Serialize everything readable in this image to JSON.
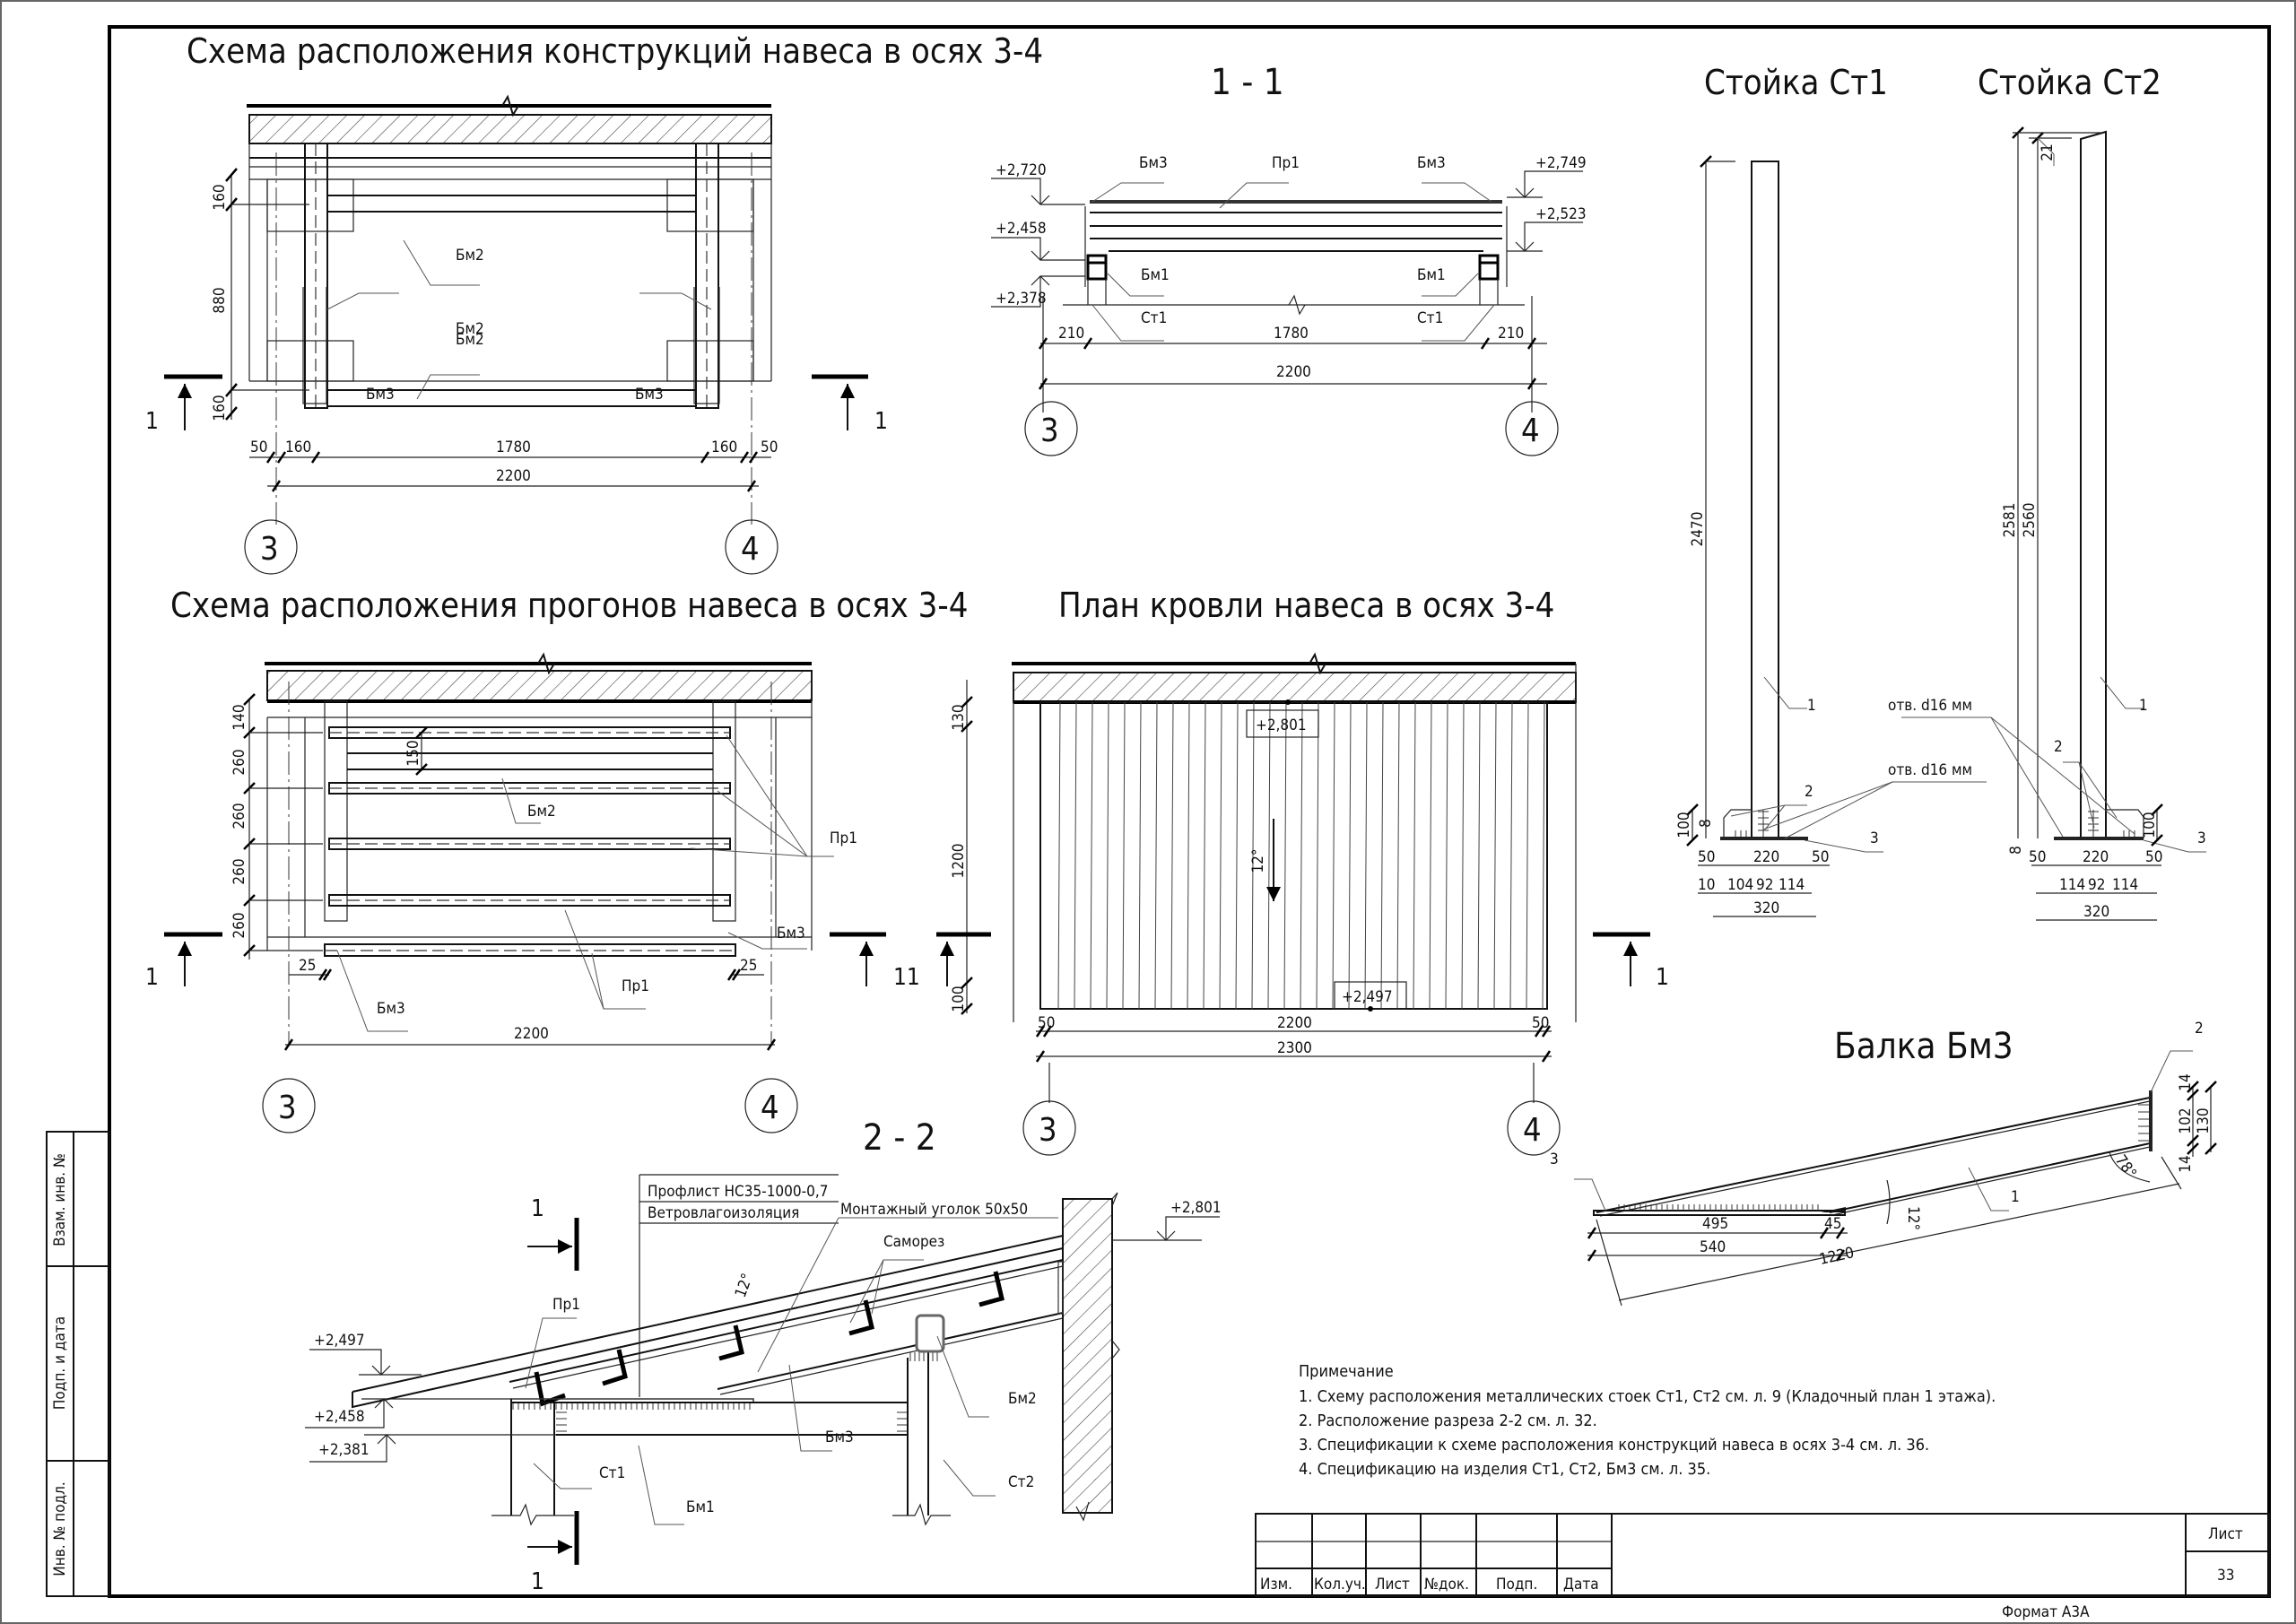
{
  "sheet": {
    "number_label": "Лист",
    "number": "33",
    "format": "Формат А3А",
    "title_block_headers": [
      "Изм.",
      "Кол.уч.",
      "Лист",
      "№док.",
      "Подп.",
      "Дата"
    ],
    "side_stamps": [
      "Взам. инв. №",
      "Подп. и дата",
      "Инв. № подл."
    ]
  },
  "views": {
    "constructions_plan": {
      "title": "Схема расположения конструкций навеса в осях 3-4",
      "labels": [
        "Бм2",
        "Бм3",
        "Бм3",
        "Бм2"
      ],
      "dims_vertical": [
        "160",
        "880",
        "160"
      ],
      "dims_horizontal": [
        "50",
        "160",
        "1780",
        "160",
        "50"
      ],
      "dim_total": "2200",
      "section_mark": "1",
      "axes": [
        "3",
        "4"
      ]
    },
    "section_1_1": {
      "title": "1 - 1",
      "labels": [
        "Бм3",
        "Пр1",
        "Бм3",
        "Бм1",
        "Бм1",
        "Ст1",
        "Ст1"
      ],
      "elevations_left": [
        "+2,720",
        "+2,458",
        "+2,378"
      ],
      "elevations_right": [
        "+2,749",
        "+2,523"
      ],
      "dims": [
        "210",
        "1780",
        "210"
      ],
      "dim_total": "2200",
      "axes": [
        "3",
        "4"
      ]
    },
    "column_st1": {
      "title": "Стойка Ст1",
      "height": "2470",
      "callouts": [
        "1",
        "2",
        "3"
      ],
      "hole_note": "отв. d16 мм",
      "base_dims_row1": [
        "50",
        "220",
        "50"
      ],
      "base_dims_row2": [
        "10",
        "104",
        "92",
        "114"
      ],
      "base_total": "320",
      "plate_dims": [
        "100",
        "8"
      ]
    },
    "column_st2": {
      "title": "Стойка Ст2",
      "heights": [
        "2581",
        "2560"
      ],
      "top_offset": "21",
      "callouts": [
        "1",
        "2",
        "3"
      ],
      "hole_note": "отв. d16 мм",
      "base_dims_row1": [
        "50",
        "220",
        "50"
      ],
      "base_dims_row2": [
        "114",
        "92",
        "114"
      ],
      "base_total": "320",
      "plate_dims": [
        "100",
        "8"
      ]
    },
    "purlins_plan": {
      "title": "Схема расположения прогонов навеса в осях 3-4",
      "labels": [
        "Бм2",
        "Пр1",
        "Бм3",
        "Пр1",
        "Бм3"
      ],
      "dims_vertical": [
        "140",
        "260",
        "260",
        "260",
        "260"
      ],
      "dim_spacing": "150",
      "dims_horizontal": [
        "25",
        "25"
      ],
      "dim_total": "2200",
      "section_marks": [
        "1",
        "11"
      ],
      "axes": [
        "3",
        "4"
      ]
    },
    "roof_plan": {
      "title": "План кровли навеса в осях 3-4",
      "elevation_top": "+2,801",
      "elevation_bottom": "+2,497",
      "slope": "12°",
      "dims_vertical": [
        "130",
        "1200",
        "100"
      ],
      "dims_horizontal": [
        "50",
        "2200",
        "50"
      ],
      "dim_total": "2300",
      "section_mark": "1",
      "axes": [
        "3",
        "4"
      ]
    },
    "beam_bm3": {
      "title": "Балка Бм3",
      "callouts": [
        "1",
        "2",
        "3"
      ],
      "dims": [
        "495",
        "45",
        "540",
        "1220"
      ],
      "end_dims": [
        "14",
        "102",
        "14",
        "130"
      ],
      "angles": [
        "12°",
        "78°"
      ]
    },
    "section_2_2": {
      "title": "2 - 2",
      "material_notes": [
        "Профлист НС35-1000-0,7",
        "Ветровлагоизоляция"
      ],
      "labels": [
        "Монтажный уголок 50х50",
        "Саморез",
        "Пр1",
        "Ст1",
        "Бм1",
        "Бм3",
        "Бм2",
        "Ст2"
      ],
      "elevations": [
        "+2,497",
        "+2,458",
        "+2,381",
        "+2,801"
      ],
      "slope": "12°",
      "section_mark": "1"
    }
  },
  "notes": {
    "heading": "Примечание",
    "items": [
      "1.  Схему расположения металлических стоек Ст1, Ст2 см. л. 9 (Кладочный план 1 этажа).",
      "2.  Расположение разреза 2-2 см. л. 32.",
      "3.  Спецификации к схеме расположения конструкций навеса в осях 3-4 см. л. 36.",
      "4.  Спецификацию на изделия Ст1, Ст2, Бм3 см. л. 35."
    ]
  }
}
